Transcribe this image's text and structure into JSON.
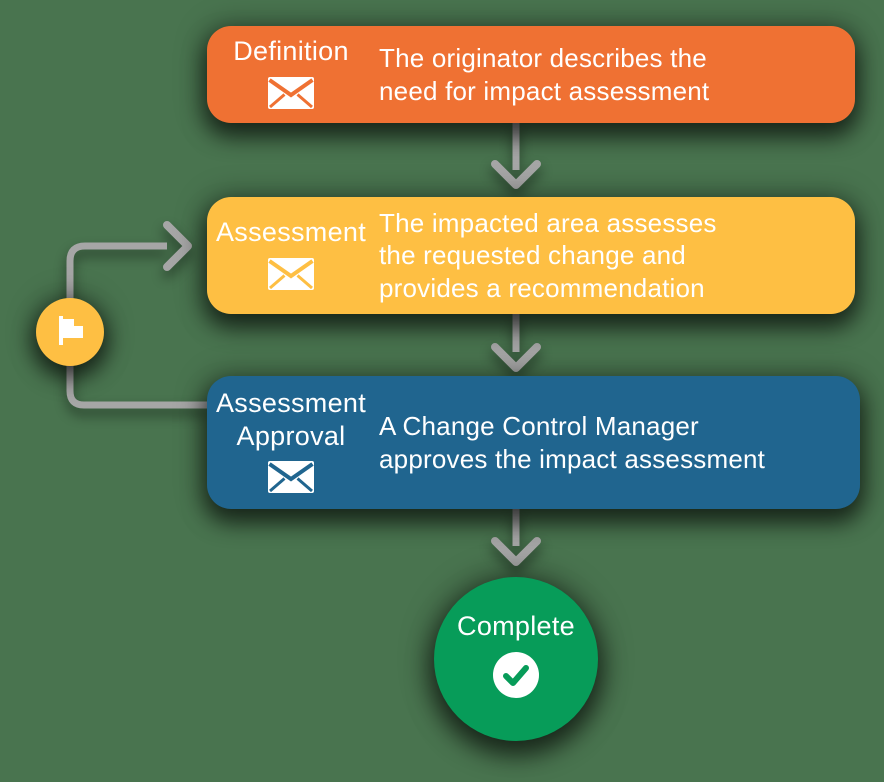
{
  "background_color": "#49744F",
  "arrow_color": "#A6A6A6",
  "steps": [
    {
      "title": "Definition",
      "description": "The originator describes the\nneed for impact assessment",
      "color": "#EF7133",
      "icon": "envelope-icon"
    },
    {
      "title": "Assessment",
      "description": "The impacted area assesses\nthe requested change and\nprovides a recommendation",
      "color": "#FEBF43",
      "icon": "envelope-icon"
    },
    {
      "title": "Assessment\nApproval",
      "description": "A Change Control Manager\napproves the impact assessment",
      "color": "#20658F",
      "icon": "envelope-icon"
    }
  ],
  "terminal": {
    "label": "Complete",
    "color": "#079C59",
    "icon": "check-icon"
  },
  "loop_marker": {
    "color": "#FEBF43",
    "icon": "flag-icon"
  }
}
